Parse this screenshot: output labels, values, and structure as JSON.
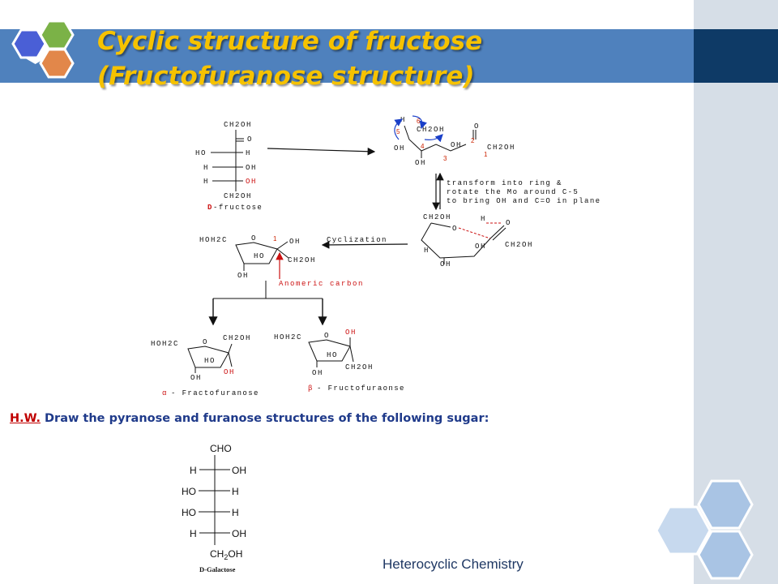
{
  "slide": {
    "title_line1": "Cyclic structure of fructose",
    "title_line2": "(Fructofuranose structure)",
    "footer": "Heterocyclic Chemistry",
    "colors": {
      "title": "#f6c200",
      "title_bar": "#4f81bd",
      "hw_label": "#c00000",
      "hw_text": "#1f3a8a"
    }
  },
  "diagram": {
    "fischer": {
      "c1": "CH2OH",
      "c2": "O",
      "h": "H",
      "ho": "HO",
      "oh": "OH",
      "oh_red": "OH",
      "c6": "CH2OH",
      "d": "D",
      "name": "-fructose"
    },
    "chain": {
      "h": "H",
      "ch2oh_6": "CH2OH",
      "oh_5": "OH",
      "oh_4": "OH",
      "oh_3": "OH",
      "o": "O",
      "ch2oh_1": "CH2OH",
      "n6": "6",
      "n5": "5",
      "n4": "4",
      "n3": "3",
      "n2": "2",
      "n1": "1"
    },
    "transform_note": [
      "transform into ring &",
      "rotate the Mo around C-5",
      "to bring OH and C=O in plane"
    ],
    "rotated": {
      "ch2oh": "CH2OH",
      "o": "O",
      "h_top": "H",
      "o_carbonyl": "O",
      "oh": "OH",
      "ch2oh_right": "CH2OH",
      "h": "H",
      "oh_bottom": "OH"
    },
    "cyclization": "Cyclization",
    "cyclized": {
      "hoh2c": "HOH2C",
      "o": "O",
      "n1": "1",
      "oh": "OH",
      "ho": "HO",
      "ch2oh": "CH2OH",
      "oh_bottom": "OH"
    },
    "anomeric": "Anomeric carbon",
    "alpha": {
      "hoh2c": "HOH2C",
      "o": "O",
      "ch2oh": "CH2OH",
      "ho": "HO",
      "oh_red": "OH",
      "oh": "OH",
      "sym": "α",
      "name": "- Fractofuranose"
    },
    "beta": {
      "hoh2c": "HOH2C",
      "o": "O",
      "oh_red": "OH",
      "ho": "HO",
      "ch2oh": "CH2OH",
      "oh": "OH",
      "sym": "β",
      "name": "- Fructofuraonse"
    }
  },
  "homework": {
    "label": "H.W.",
    "text": " Draw the pyranose and furanose structures of the following sugar:"
  },
  "galactose": {
    "cho": "CHO",
    "h": "H",
    "oh": "OH",
    "ho": "HO",
    "ch2": "CH",
    "sub2": "2",
    "oh_end": "OH",
    "name": "D-Galactose"
  }
}
